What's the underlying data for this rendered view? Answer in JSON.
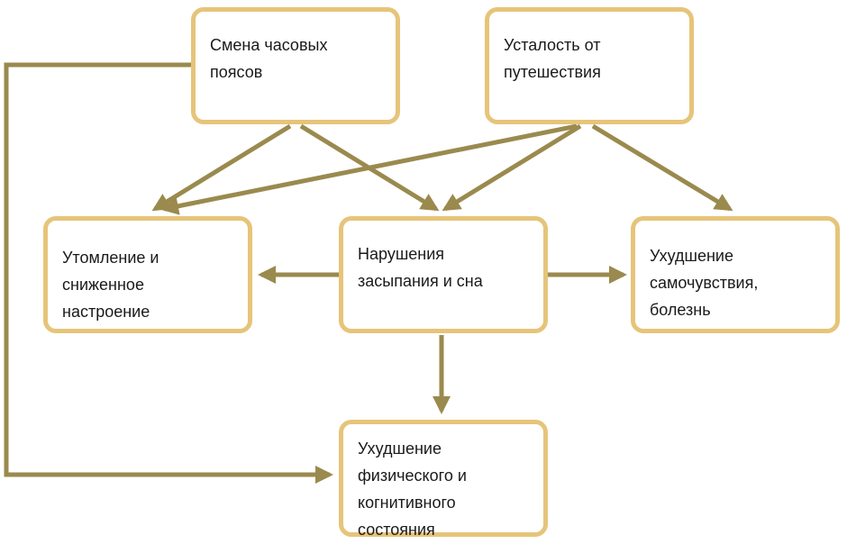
{
  "colors": {
    "node_border": "#e6c47a",
    "arrow": "#9a8a4e",
    "text": "#1a1a1a"
  },
  "nodes": {
    "timezones": "Смена часовых\nпоясов",
    "travel_fatigue": "Усталость от\nпутешествия",
    "tiredness": "Утомление и\nсниженное\nнастроение",
    "sleep": "Нарушения\nзасыпания и сна",
    "health": "Ухудшение\nсамочувствия,\nболезнь",
    "cognitive": "Ухудшение\nфизического и\nкогнитивного\nсостояния"
  }
}
